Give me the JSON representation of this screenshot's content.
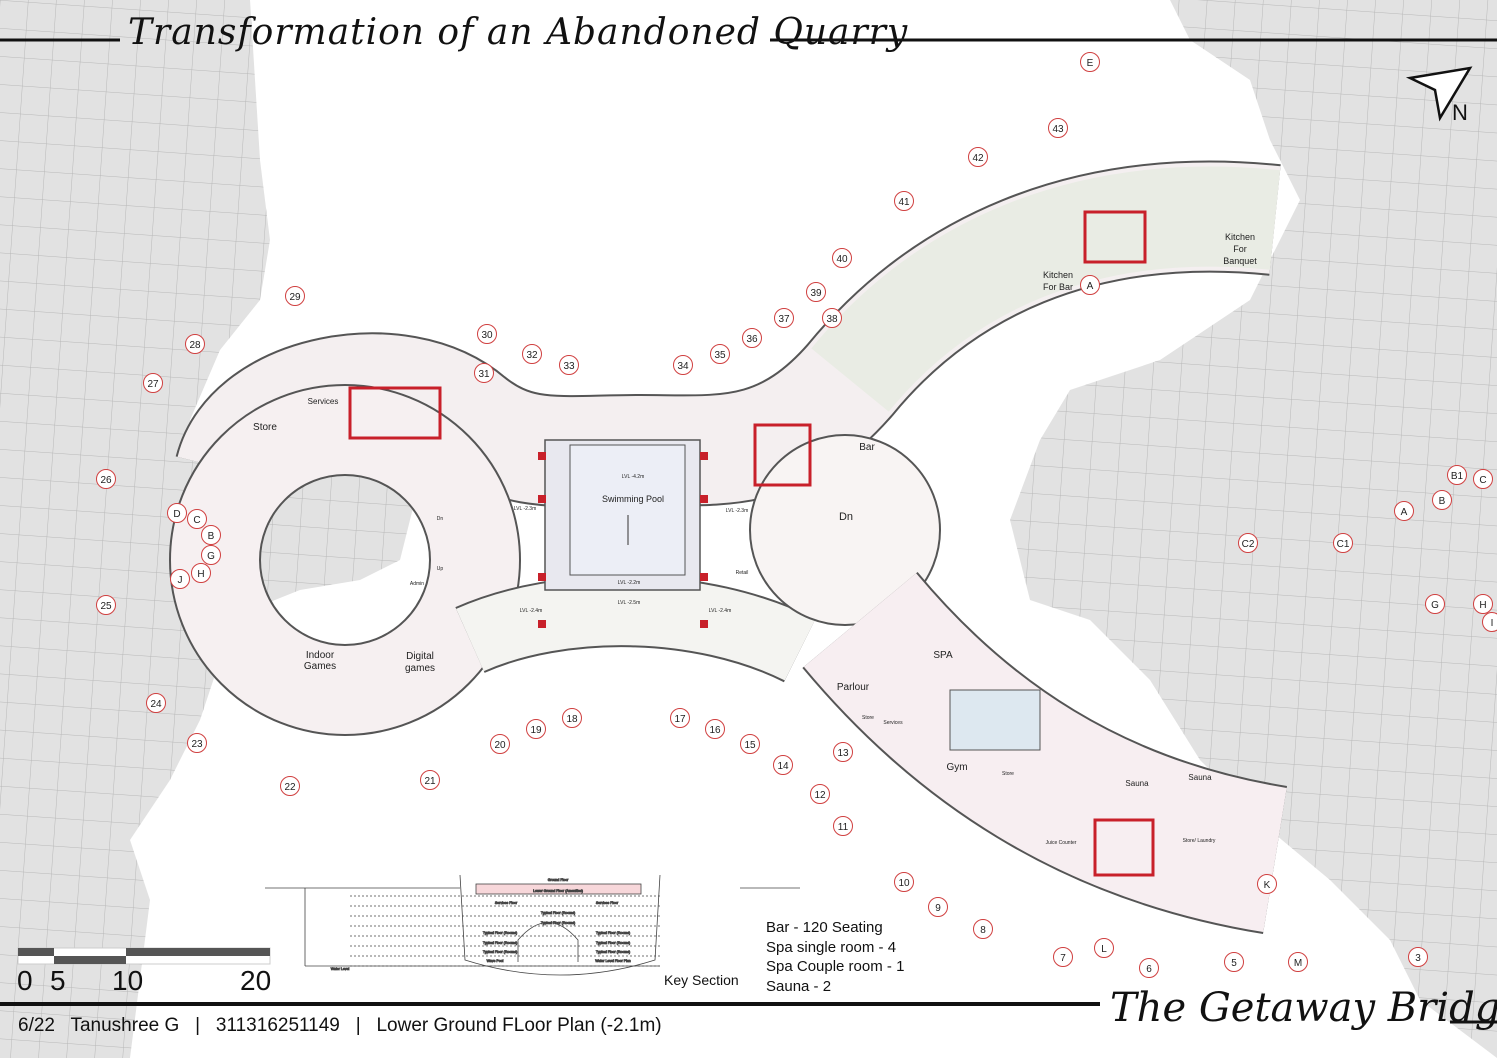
{
  "header": {
    "title": "Transformation of an Abandoned Quarry"
  },
  "brand": {
    "logo_text": "The Getaway Bridge"
  },
  "north": {
    "label": "N"
  },
  "footer": {
    "sheet": "6/22",
    "author": "Tanushree G",
    "id": "311316251149",
    "drawing": "Lower Ground FLoor Plan (-2.1m)"
  },
  "scale_bar": {
    "labels": [
      "0",
      "5",
      "10",
      "20"
    ]
  },
  "key_section": {
    "label": "Key Section",
    "floors": [
      "Ground Floor",
      "Lower Ground Floor (Amenities)",
      "Services Floor",
      "Services Floor",
      "Typical Floor (Rooms)",
      "Typical Floor (Rooms)",
      "Typical Floor (Rooms)",
      "Typical Floor (Rooms)",
      "Typical Floor (Rooms)",
      "Typical Floor (Rooms)",
      "Typical Floor (Rooms)",
      "Typical Floor (Rooms)",
      "Wave Pool",
      "Water Level Floor Plan"
    ],
    "water_level": "Water Level"
  },
  "stats": [
    "Bar - 120 Seating",
    "Spa single room - 4",
    "Spa Couple room - 1",
    "Sauna - 2"
  ],
  "rooms": {
    "store": "Store",
    "services": "Services",
    "indoor_games_1": "Indoor",
    "indoor_games_2": "Games",
    "digital_1": "Digital",
    "digital_2": "games",
    "admin": "Admin",
    "pool": "Swimming Pool",
    "lvl_pool": "LVL -4.2m",
    "lvl_l": "LVL -2.3m",
    "lvl_r": "LVL -2.3m",
    "lvl_22": "LVL -2.2m",
    "lvl_25": "LVL -2.5m",
    "lvl_24l": "LVL -2.4m",
    "lvl_24r": "LVL -2.4m",
    "retail": "Retail",
    "dn_hub": "Dn",
    "dn_left": "Dn",
    "up_left": "Up",
    "bar": "Bar",
    "kitchen_bar_1": "Kitchen",
    "kitchen_bar_2": "For Bar",
    "kitchen_banquet_1": "Kitchen",
    "kitchen_banquet_2": "For",
    "kitchen_banquet_3": "Banquet",
    "spa": "SPA",
    "parlour": "Parlour",
    "store2": "Store",
    "services2": "Services",
    "gym": "Gym",
    "store3": "Store",
    "sauna1": "Sauna",
    "sauna2": "Sauna",
    "laundry": "Store/ Laundry",
    "juice": "Juice Counter"
  },
  "grid_labels": [
    "E",
    "43",
    "42",
    "41",
    "40",
    "39",
    "38",
    "37",
    "36",
    "35",
    "34",
    "33",
    "32",
    "31",
    "30",
    "29",
    "28",
    "27",
    "26",
    "25",
    "24",
    "23",
    "22",
    "21",
    "20",
    "19",
    "18",
    "17",
    "16",
    "15",
    "14",
    "13",
    "12",
    "11",
    "10",
    "9",
    "8",
    "7",
    "L",
    "6",
    "5",
    "M",
    "3",
    "K",
    "A",
    "D",
    "C",
    "B",
    "G",
    "J",
    "H",
    "B1",
    "C",
    "B",
    "A",
    "C2",
    "C1",
    "G",
    "H",
    "I"
  ],
  "colors": {
    "accent": "#c8202a",
    "grid_bubble": "#d04040",
    "quarry": "#d9d9d9"
  }
}
